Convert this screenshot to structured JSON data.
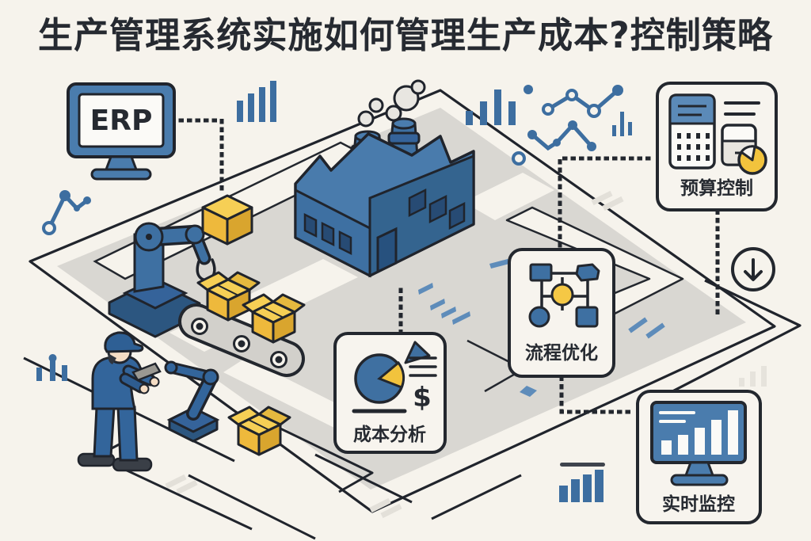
{
  "title": "生产管理系统实施如何管理生产成本?控制策略",
  "erp_label": "ERP",
  "callouts": {
    "cost": {
      "label": "成本分析",
      "currency": "$"
    },
    "process": {
      "label": "流程优化"
    },
    "budget": {
      "label": "预算控制"
    },
    "monitor": {
      "label": "实时监控"
    }
  },
  "scene": {
    "factory": "isometric-factory-with-two-chimneys-and-smoke",
    "robot_arms": 2,
    "conveyor_boxes": 2,
    "loose_boxes": 2,
    "worker": "operator-in-blue-uniform-and-cap",
    "down_arrow_badge": "circled-down-arrow"
  },
  "colors": {
    "background": "#f6f3ec",
    "ink": "#23272e",
    "blue": "#3e70a2",
    "blue_light": "#4a7cad",
    "blue_dark": "#2c5680",
    "yellow": "#f2c33d",
    "floor_gray": "#d9d7d2"
  },
  "icons": [
    "erp-monitor-icon",
    "factory-icon",
    "robot-arm-icon",
    "conveyor-icon",
    "worker-icon",
    "package-box-icon",
    "pie-chart-icon",
    "dollar-icon",
    "flowchart-icon",
    "calculator-icon",
    "receipt-icon",
    "coin-icon",
    "monitor-bar-chart-icon",
    "down-arrow-icon",
    "bar-chart-decoration",
    "line-chart-decoration"
  ],
  "decorations": {
    "mini_bar_charts": [
      {
        "position": "top-left-of-factory",
        "bars": [
          27,
          36,
          44,
          52
        ]
      },
      {
        "position": "top-right-of-factory",
        "bars": [
          18,
          30,
          45,
          30
        ]
      },
      {
        "position": "right-small",
        "bars": [
          14,
          31,
          17
        ]
      },
      {
        "position": "bottom-left",
        "bars": [
          17,
          26,
          20
        ]
      },
      {
        "position": "bottom-center-underlined",
        "bars": [
          21,
          29,
          35,
          41
        ]
      }
    ],
    "line_charts": [
      {
        "position": "upper-right",
        "nodes": 4
      },
      {
        "position": "mid-right",
        "nodes": 5
      },
      {
        "position": "left",
        "nodes": 4
      }
    ]
  }
}
